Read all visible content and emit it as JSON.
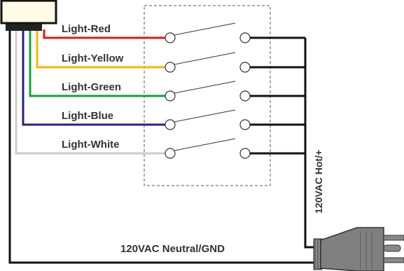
{
  "wires": [
    {
      "label": "Light-Red",
      "color": "#e31b1b"
    },
    {
      "label": "Light-Yellow",
      "color": "#f5b800"
    },
    {
      "label": "Light-Green",
      "color": "#12a33a"
    },
    {
      "label": "Light-Blue",
      "color": "#2a1f8f"
    },
    {
      "label": "Light-White",
      "color": "#cccccc"
    }
  ],
  "hot_label": "120VAC Hot/+",
  "neutral_label": "120VAC Neutral/GND",
  "colors": {
    "hot_wire": "#111111",
    "neutral_wire": "#111111",
    "controller_fill": "#fffbe6",
    "plug_fill": "#808080",
    "switch_box_border": "#555555"
  }
}
